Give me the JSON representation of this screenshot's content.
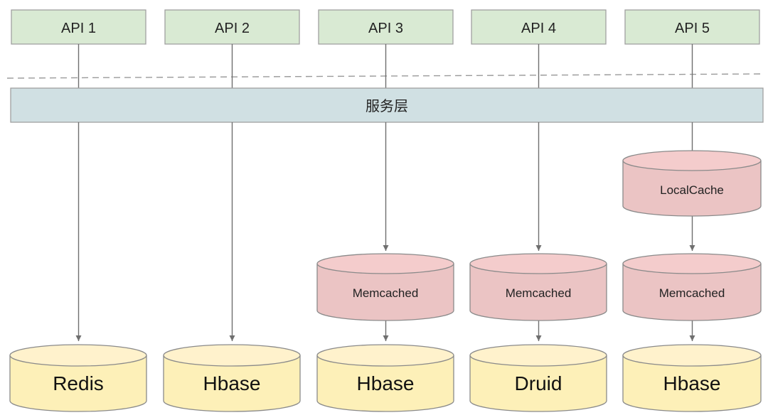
{
  "apis": [
    "API 1",
    "API 2",
    "API 3",
    "API 4",
    "API 5"
  ],
  "service_layer": "服务层",
  "local_cache": "LocalCache",
  "memcached": [
    "Memcached",
    "Memcached",
    "Memcached"
  ],
  "databases": [
    "Redis",
    "Hbase",
    "Hbase",
    "Druid",
    "Hbase"
  ],
  "colors": {
    "api_fill": "#d9ead3",
    "service_fill": "#d0e0e3",
    "cache_fill": "#f4cccc",
    "db_fill": "#fff2cc",
    "line": "#6f6f6f"
  }
}
